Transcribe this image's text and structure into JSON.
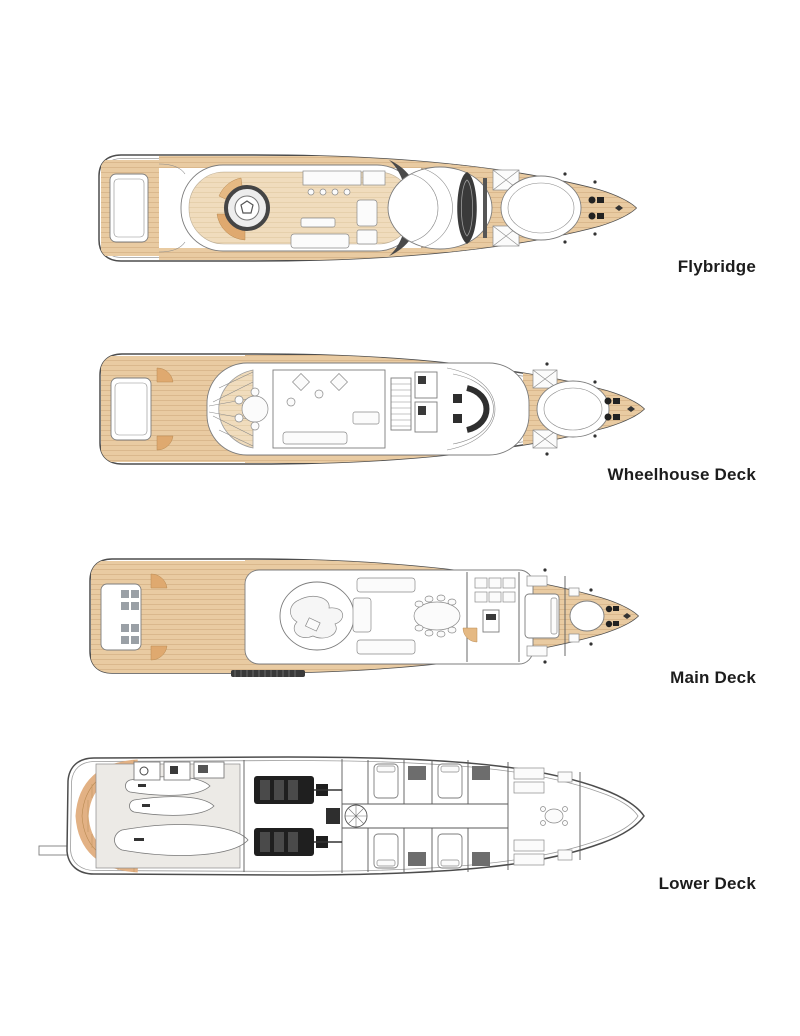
{
  "page": {
    "background_color": "#ffffff"
  },
  "decks": [
    {
      "id": "flybridge",
      "label": "Flybridge"
    },
    {
      "id": "wheelhouse-deck",
      "label": "Wheelhouse Deck"
    },
    {
      "id": "main-deck",
      "label": "Main Deck"
    },
    {
      "id": "lower-deck",
      "label": "Lower Deck"
    }
  ],
  "colors": {
    "teak_deck": "#e9cba2",
    "teak_interior": "#f0dcbd",
    "teak_stairs": "#dfa96f",
    "hull_outline": "#4d4d4d",
    "inner_outline": "#9c9c9c",
    "dark_equipment": "#2e2e2e",
    "label_text": "#1d1d1d"
  }
}
